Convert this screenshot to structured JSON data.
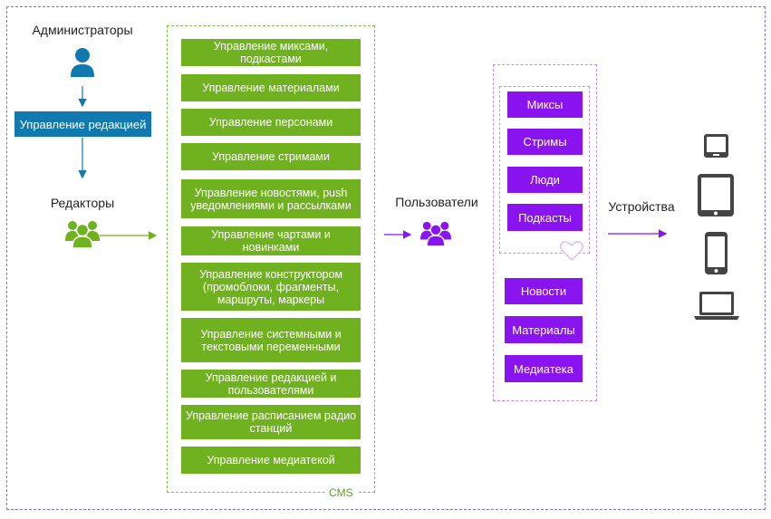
{
  "admins": {
    "label": "Администраторы",
    "box": "Управление редакцией"
  },
  "editors": {
    "label": "Редакторы"
  },
  "cms": {
    "tag": "CMS",
    "items": [
      "Управление миксами,\nподкастами",
      "Управление материалами",
      "Управление персонами",
      "Управление стримами",
      "Управление новостями, push\nуведомлениями и рассылками",
      "Управление чартами и\nновинками",
      "Управление конструктором\n(промоблоки, фрагменты,\nмаршруты, маркеры",
      "Управление системными и\nтекстовыми переменными",
      "Управление редакцией и\nпользователями",
      "Управление расписанием радио\nстанций",
      "Управление медиатекой"
    ]
  },
  "users": {
    "label": "Пользователи"
  },
  "content": {
    "inner": [
      "Миксы",
      "Стримы",
      "Люди",
      "Подкасты"
    ],
    "outer": [
      "Новости",
      "Материалы",
      "Медиатека"
    ]
  },
  "devices": {
    "label": "Устройства"
  },
  "colors": {
    "admin": "#0f79b0",
    "editor": "#6fb11e",
    "user": "#8a14f0",
    "frame": "#7b74c9"
  },
  "icons": [
    "person-icon",
    "group-icon",
    "heart-icon",
    "phone-icon",
    "tablet-icon",
    "laptop-icon"
  ]
}
